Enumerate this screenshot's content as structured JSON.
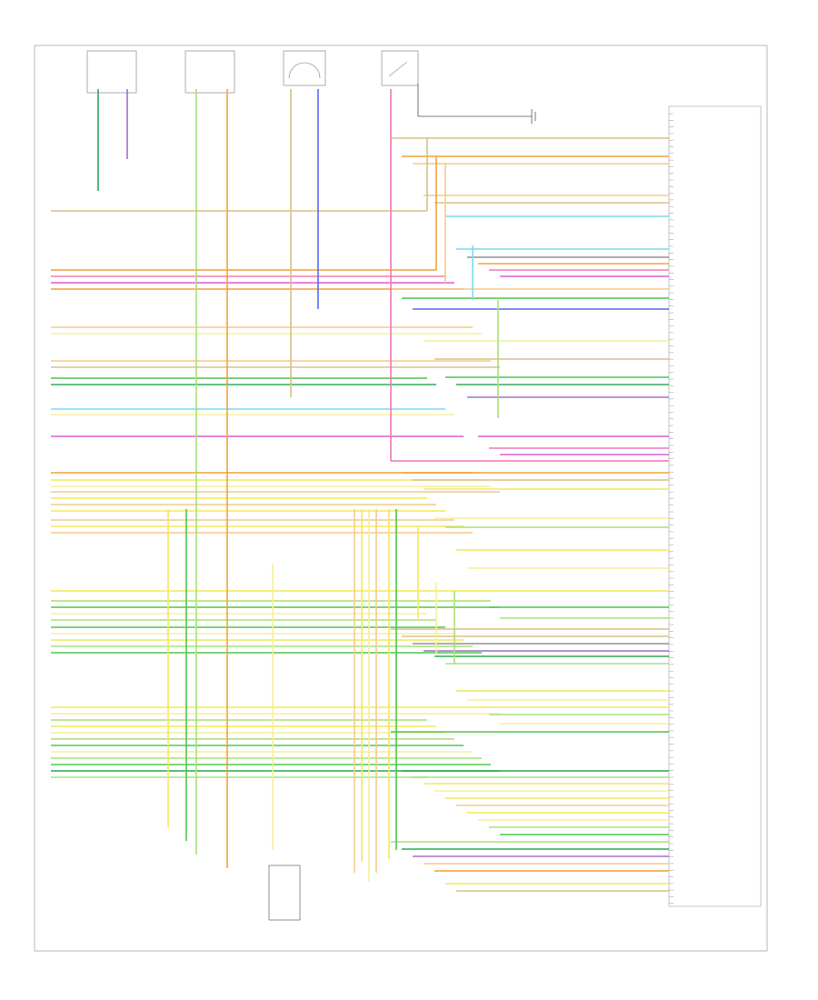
{
  "diagram_id": "W0000096",
  "colors": {
    "orange": "#f3a23c",
    "light_orange": "#f6c98a",
    "yellow": "#f2ea5a",
    "pale_yellow": "#f7ef9c",
    "green": "#4cc74c",
    "light_green": "#a8e07a",
    "dark_green": "#2eaa55",
    "pink": "#f07ab4",
    "magenta": "#e05ad0",
    "purple": "#a070c8",
    "blue": "#5a6af0",
    "light_blue": "#7fd8f0",
    "gray": "#909090",
    "tan": "#d9c08a",
    "red": "#e85050",
    "brown": "#9a6a3a"
  },
  "sensors": [
    {
      "id": "s1",
      "icon": "sensor-box-icon"
    },
    {
      "id": "s2",
      "icon": "sensor-box-icon"
    },
    {
      "id": "s3",
      "icon": "gauge-icon"
    },
    {
      "id": "s4",
      "icon": "switch-icon"
    }
  ]
}
